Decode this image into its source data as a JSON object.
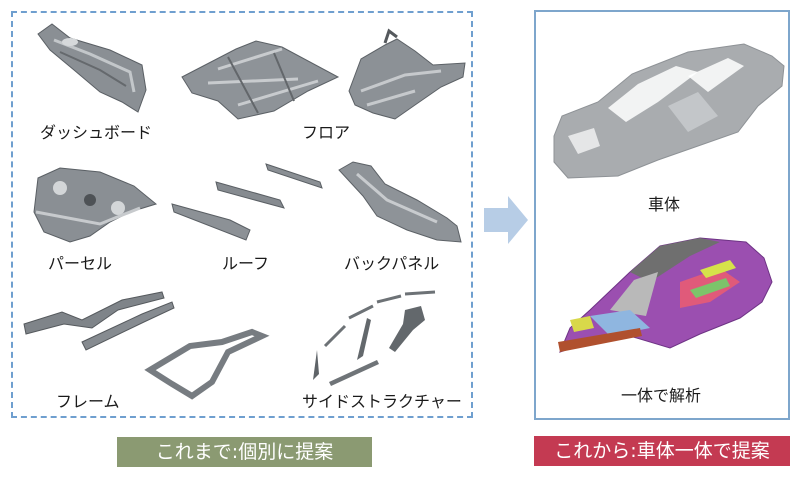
{
  "left_panel": {
    "parts": [
      {
        "label": "ダッシュボード",
        "icon": "dashboard-part-icon"
      },
      {
        "label": "フロア",
        "icon": "floor-part-icon"
      },
      {
        "label": "パーセル",
        "icon": "parcel-shelf-part-icon"
      },
      {
        "label": "ルーフ",
        "icon": "roof-part-icon"
      },
      {
        "label": "バックパネル",
        "icon": "back-panel-part-icon"
      },
      {
        "label": "フレーム",
        "icon": "frame-part-icon"
      },
      {
        "label": "サイドストラクチャー",
        "icon": "side-structure-part-icon"
      }
    ],
    "banner": "これまで:個別に提案",
    "banner_color": "#8b9a72",
    "border_color": "#6f9fcf"
  },
  "arrow": {
    "icon": "right-arrow-icon",
    "color": "#b7cde6"
  },
  "right_panel": {
    "items": [
      {
        "label": "車体",
        "icon": "car-body-gray-icon"
      },
      {
        "label": "一体で解析",
        "icon": "car-body-colored-analysis-icon"
      }
    ],
    "banner": "これから:車体一体で提案",
    "banner_color": "#c43a52",
    "border_color": "#7ea6cc"
  }
}
